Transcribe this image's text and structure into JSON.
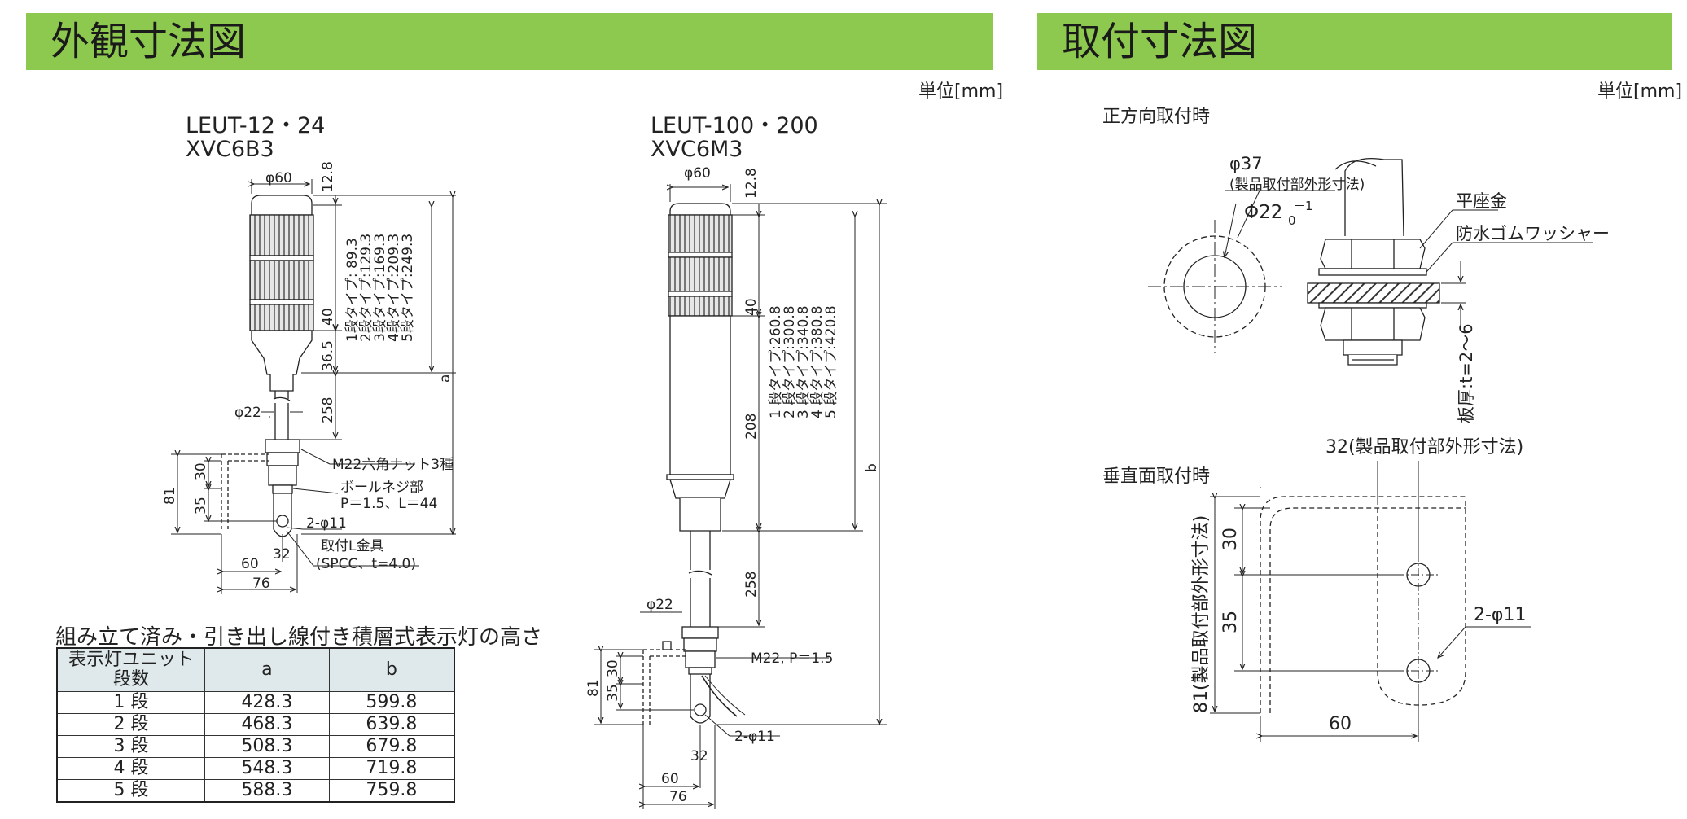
{
  "header_left": {
    "title": "外観寸法図",
    "unit": "単位[mm]"
  },
  "header_right": {
    "title": "取付寸法図",
    "unit": "単位[mm]"
  },
  "model_a": {
    "line1": "LEUT-12・24",
    "line2": "XVC6B3"
  },
  "model_b": {
    "line1": "LEUT-100・200",
    "line2": "XVC6M3"
  },
  "dims_a": {
    "phi60": "φ60",
    "d12_8": "12.8",
    "d40": "40",
    "d36_5": "36.5",
    "d258": "258",
    "phi22": "φ22",
    "d30": "30",
    "d35": "35",
    "d81": "81",
    "d60": "60",
    "d76": "76",
    "d32": "32",
    "a": "a",
    "nut": "M22六角ナット3種",
    "ballscrew": "ボールネジ部",
    "pitch": "P＝1.5、L＝44",
    "hole": "2-φ11",
    "bracket": "取付L金具",
    "bracket_spec": "(SPCC、t=4.0)",
    "types": [
      "1段タイプ: 89.3",
      "2段タイプ:129.3",
      "3段タイプ:169.3",
      "4段タイプ:209.3",
      "5段タイプ:249.3"
    ]
  },
  "dims_b": {
    "phi60": "φ60",
    "d12_8": "12.8",
    "d40": "40",
    "d208": "208",
    "d258": "258",
    "phi22": "φ22",
    "d30": "30",
    "d35": "35",
    "d81": "81",
    "d60": "60",
    "d76": "76",
    "d32": "32",
    "b": "b",
    "thread": "M22, P＝1.5",
    "hole": "2-φ11",
    "types": [
      "1 段タイプ:260.8",
      "2 段タイプ:300.8",
      "3 段タイプ:340.8",
      "4 段タイプ:380.8",
      "5 段タイプ:420.8"
    ]
  },
  "mount": {
    "front_title": "正方向取付時",
    "phi37": "φ37",
    "phi37_note": "(製品取付部外形寸法)",
    "phi22": "Φ22",
    "tol_plus": "＋1",
    "tol_zero": "0",
    "washer_plate": "平座金",
    "washer_rubber": "防水ゴムワッシャー",
    "thickness": "板厚:t=2～6",
    "vertical_title": "垂直面取付時",
    "top_note": "32(製品取付部外形寸法)",
    "left_note": "81(製品取付部外形寸法)",
    "d30": "30",
    "d35": "35",
    "d60": "60",
    "hole": "2-φ11"
  },
  "table": {
    "caption": "組み立て済み・引き出し線付き積層式表示灯の高さ",
    "headers": [
      "表示灯ユニット\n段数",
      "a",
      "b"
    ],
    "rows": [
      [
        "1 段",
        "428.3",
        "599.8"
      ],
      [
        "2 段",
        "468.3",
        "639.8"
      ],
      [
        "3 段",
        "508.3",
        "679.8"
      ],
      [
        "4 段",
        "548.3",
        "719.8"
      ],
      [
        "5 段",
        "588.3",
        "759.8"
      ]
    ]
  }
}
